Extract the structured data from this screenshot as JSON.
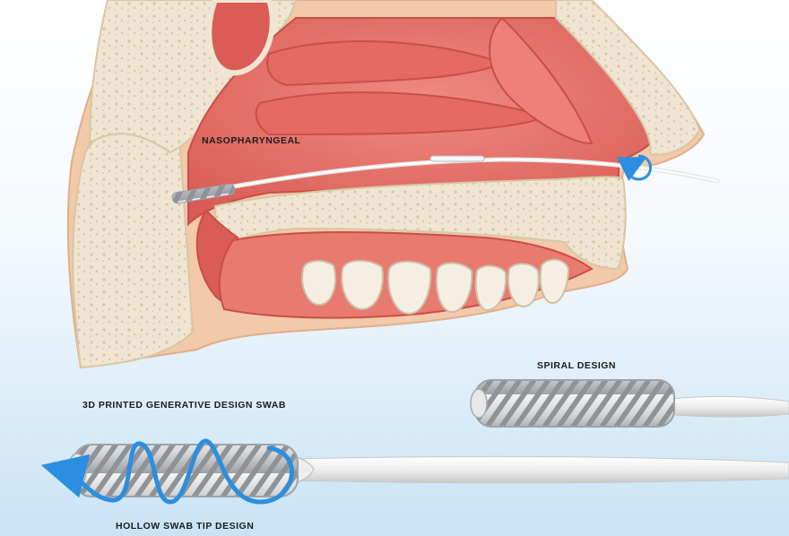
{
  "labels": {
    "nasopharyngeal": "NASOPHARYNGEAL",
    "spiral_design": "SPIRAL DESIGN",
    "generative_swab": "3D PRINTED GENERATIVE DESIGN SWAB",
    "hollow_tip": "HOLLOW SWAB TIP DESIGN"
  },
  "icons": {
    "rotation_arrow": "rotation-arrow-icon",
    "spiral_arrow": "spiral-arrow-icon"
  },
  "colors": {
    "background_top": "#ffffff",
    "background_bottom": "#c9e3f5",
    "bone": "#efe5d2",
    "bone_edge": "#d9c6a4",
    "mucosa": "#e8746c",
    "mucosa_dark": "#d95c56",
    "skin": "#f2c9a9",
    "swab_lattice": "#d6d8da",
    "swab_shaft": "#f2f2f2",
    "arrow_blue": "#2a8fe0",
    "label_text": "#1c1c1c"
  }
}
